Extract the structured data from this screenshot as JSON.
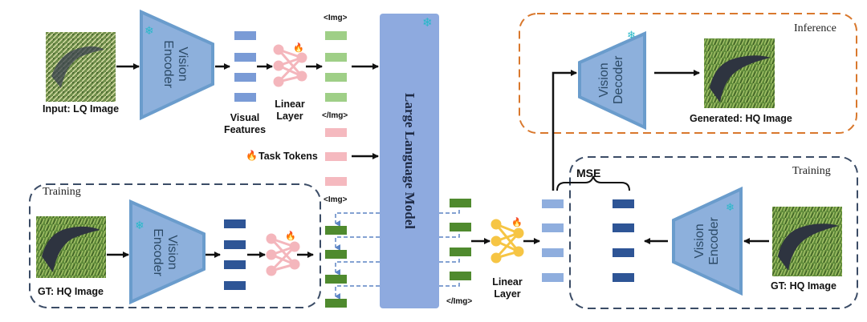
{
  "colors": {
    "encoder_fill": "#8db0dc",
    "encoder_stroke": "#6a9ccc",
    "llm_fill": "#8eaadf",
    "visual_token": "#7a9bd6",
    "img_token_green_light": "#9fcf87",
    "img_token_green_dark": "#4f8a2e",
    "task_token": "#f5b9bf",
    "gt_token": "#2e5596",
    "pred_token": "#8faede",
    "linear_pink": "#f4b6bc",
    "linear_yellow": "#f6c544",
    "inference_border": "#d9782d",
    "training_border": "#3b4c66",
    "dashed_arrow": "#5b84c4",
    "snowflake": "#27b9c9",
    "flame": "#e8601c"
  },
  "top_pipeline": {
    "input_image_label": "Input: LQ Image",
    "vision_encoder_label_line1": "Vision",
    "vision_encoder_label_line2": "Encoder",
    "visual_features_label_line1": "Visual",
    "visual_features_label_line2": "Features",
    "linear_layer_label_line1": "Linear",
    "linear_layer_label_line2": "Layer",
    "img_open_tag": "<Img>",
    "img_close_tag": "</Img>",
    "task_tokens_label": "Task Tokens"
  },
  "llm": {
    "label": "Large Language Model"
  },
  "training_left": {
    "box_label": "Training",
    "gt_image_label": "GT: HQ Image",
    "vision_encoder_label_line1": "Vision",
    "vision_encoder_label_line2": "Encoder",
    "img_open_tag": "<Img>"
  },
  "output_side": {
    "img_close_tag": "</Img>",
    "linear_layer_label_line1": "Linear",
    "linear_layer_label_line2": "Layer",
    "mse_label": "MSE"
  },
  "inference": {
    "box_label": "Inference",
    "vision_decoder_label_line1": "Vision",
    "vision_decoder_label_line2": "Decoder",
    "generated_image_label": "Generated: HQ Image"
  },
  "training_right": {
    "box_label": "Training",
    "vision_encoder_label_line1": "Vision",
    "vision_encoder_label_line2": "Encoder",
    "gt_image_label": "GT: HQ Image"
  }
}
